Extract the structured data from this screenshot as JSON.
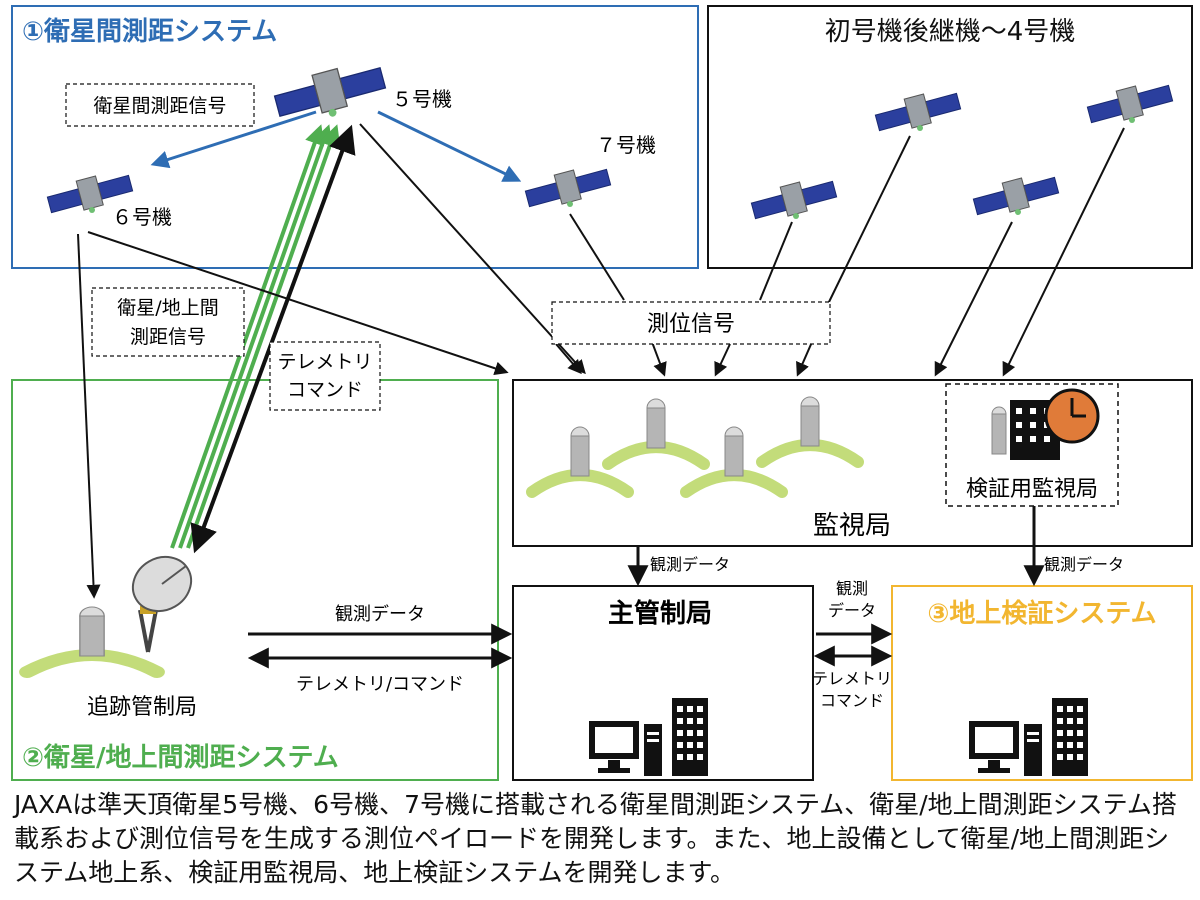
{
  "sections": {
    "inter_satellite": {
      "title": "①衛星間測距システム",
      "color": "#2e6db4"
    },
    "successors": {
      "title": "初号機後継機～4号機"
    },
    "ground_ranging": {
      "title": "②衛星/地上間測距システム",
      "color": "#4fae4f"
    },
    "ground_verification": {
      "title": "③地上検証システム",
      "color": "#f2b630"
    }
  },
  "satellites": {
    "sat5": "５号機",
    "sat6": "６号機",
    "sat7": "７号機"
  },
  "signals": {
    "inter_satellite_ranging": "衛星間測距信号",
    "sat_ground_ranging_l1": "衛星/地上間",
    "sat_ground_ranging_l2": "測距信号",
    "telemetry_l1": "テレメトリ",
    "telemetry_l2": "コマンド",
    "positioning": "測位信号"
  },
  "stations": {
    "monitoring": "監視局",
    "verification_monitoring": "検証用監視局",
    "master_control": "主管制局",
    "tracking_control": "追跡管制局"
  },
  "flows": {
    "obs_data_1": "観測データ",
    "obs_data_2": "観測データ",
    "obs_data_3": "観測データ",
    "telemetry_command": "テレメトリ/コマンド",
    "obs_data_split_l1": "観測",
    "obs_data_split_l2": "データ",
    "tc_split_l1": "テレメトリ",
    "tc_split_l2": "コマンド"
  },
  "caption": "JAXAは準天頂衛星5号機、6号機、7号機に搭載される衛星間測距システム、衛星/地上間測距システム搭載系および測位信号を生成する測位ペイロードを開発します。また、地上設備として衛星/地上間測距システム地上系、検証用監視局、地上検証システムを開発します。"
}
